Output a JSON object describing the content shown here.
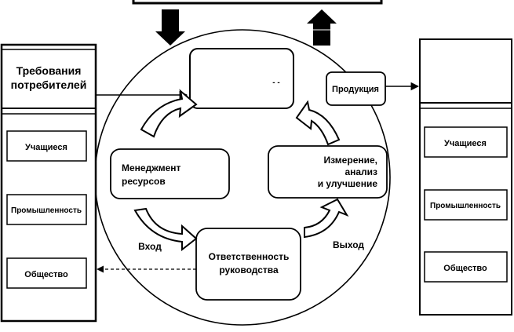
{
  "left_panel": {
    "title_line1": "Требования",
    "title_line2": "потребителей",
    "items": [
      "Учащиеся",
      "Промышленность",
      "Общество"
    ]
  },
  "right_panel": {
    "items": [
      "Учащиеся",
      "Промышленность",
      "Общество"
    ]
  },
  "cycle": {
    "top_process_mark": "- -",
    "product": "Продукция",
    "resources_line1": "Менеджмент",
    "resources_line2": "ресурсов",
    "measurement_line1": "Измерение,",
    "measurement_line2": "анализ",
    "measurement_line3": "и улучшение",
    "responsibility_line1": "Ответственность",
    "responsibility_line2": "руководства",
    "input_label": "Вход",
    "output_label": "Выход"
  }
}
